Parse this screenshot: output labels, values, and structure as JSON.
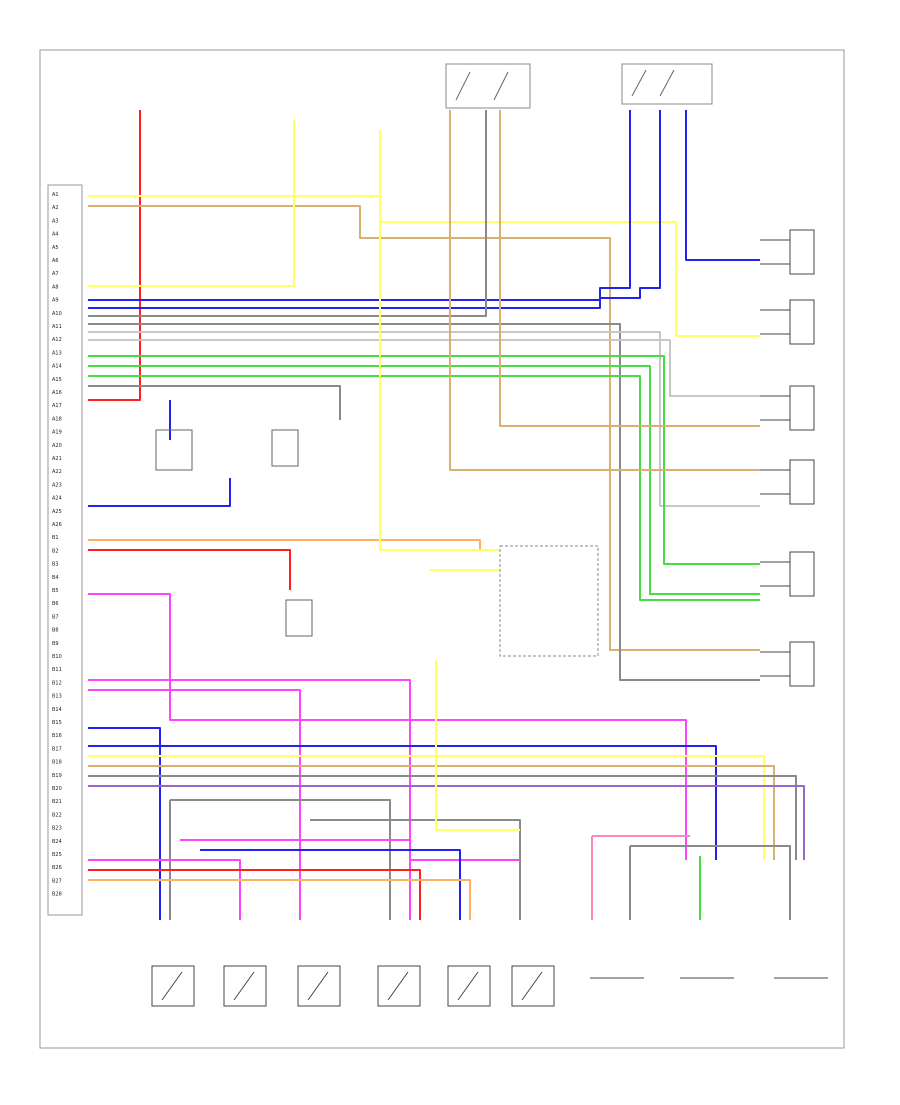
{
  "diagram": {
    "title": "",
    "footer_code": "",
    "colors": {
      "red": "#ff2020",
      "yellow": "#ffff66",
      "blue": "#2222ee",
      "green": "#44dd44",
      "orange": "#ffb060",
      "tan": "#d8b070",
      "magenta": "#ff44ff",
      "pink": "#ff88bb",
      "gray": "#8a8a8a",
      "violet": "#9966cc",
      "lightgray": "#c8c8c8",
      "black": "#222222"
    },
    "left_pin_labels": [
      "A1",
      "A2",
      "A3",
      "A4",
      "A5",
      "A6",
      "A7",
      "A8",
      "A9",
      "A10",
      "A11",
      "A12",
      "A13",
      "A14",
      "A15",
      "A16",
      "A17",
      "A18",
      "A19",
      "A20",
      "A21",
      "A22",
      "A23",
      "A24",
      "A25",
      "A26",
      "B1",
      "B2",
      "B3",
      "B4",
      "B5",
      "B6",
      "B7",
      "B8",
      "B9",
      "B10",
      "B11",
      "B12",
      "B13",
      "B14",
      "B15",
      "B16",
      "B17",
      "B18",
      "B19",
      "B20",
      "B21",
      "B22",
      "B23",
      "B24",
      "B25",
      "B26",
      "B27",
      "B28"
    ],
    "right_components": [
      "",
      "",
      "",
      "",
      "",
      ""
    ],
    "bottom_components": [
      "",
      "",
      "",
      "",
      "",
      "",
      "",
      "",
      ""
    ],
    "module_label": ""
  }
}
